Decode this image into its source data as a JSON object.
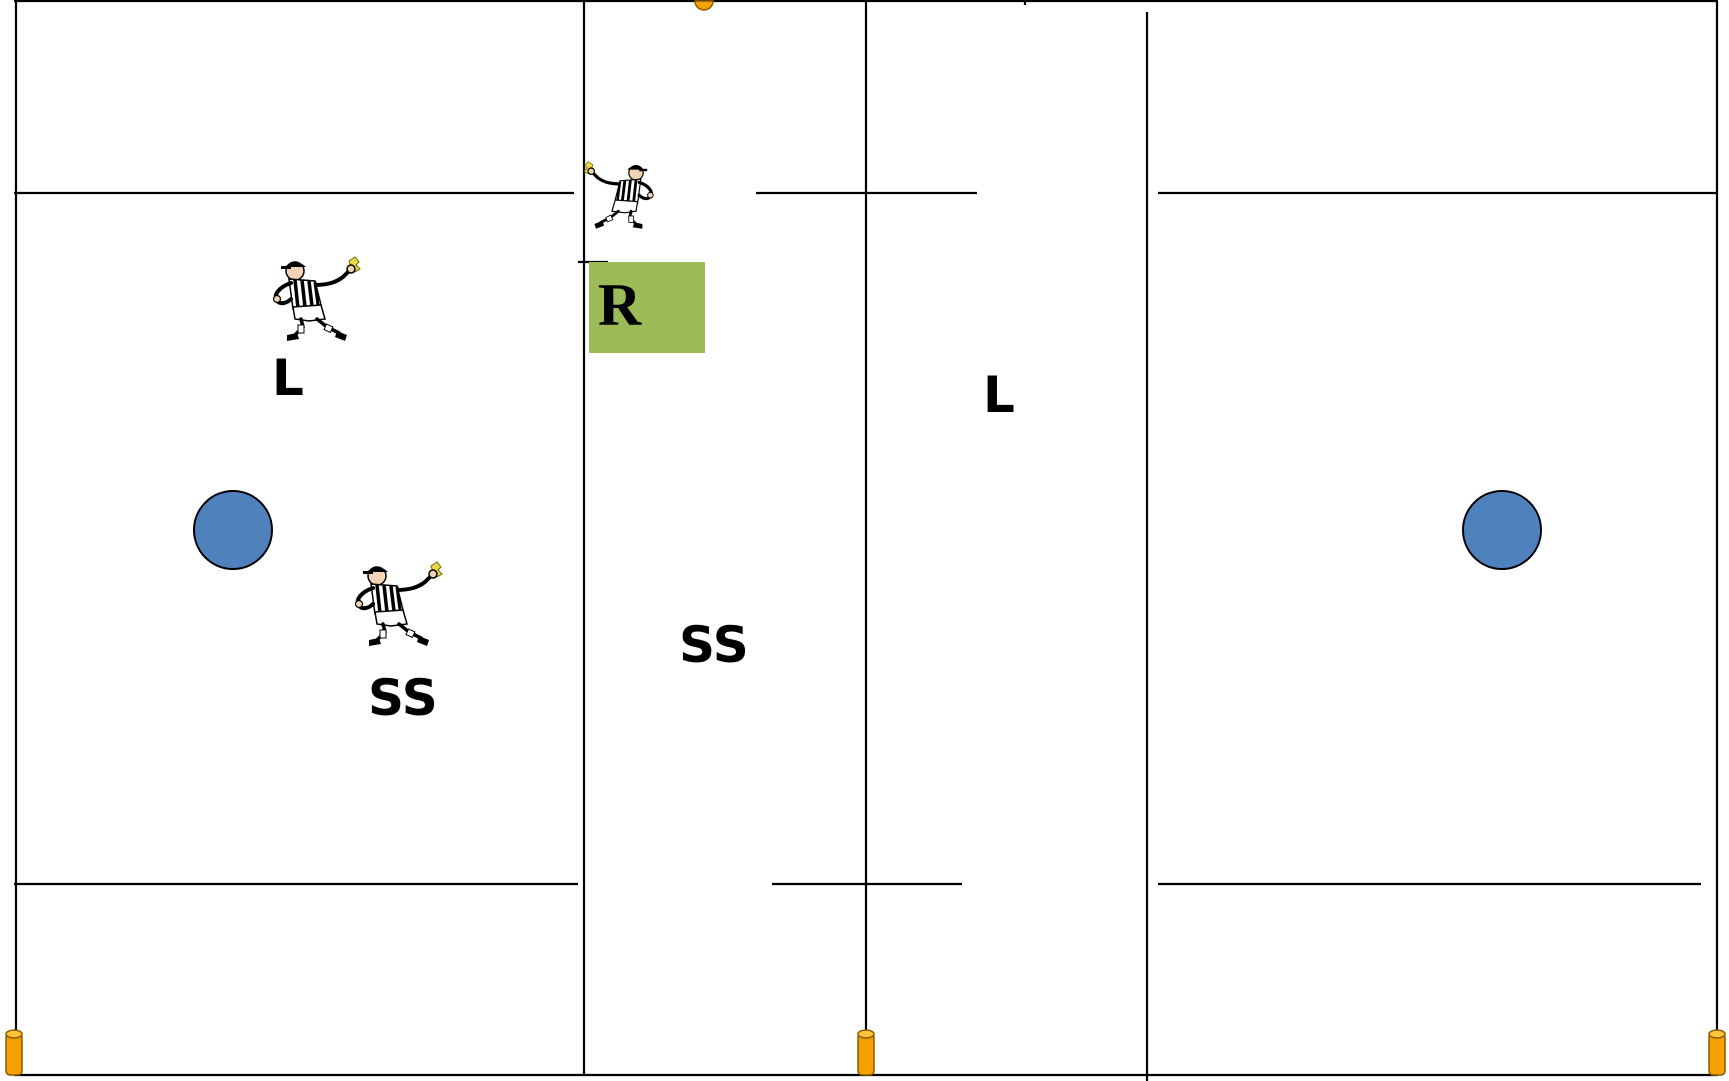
{
  "diagram": {
    "referee_box": {
      "label": "R",
      "fill_color": "#9BBB59"
    },
    "position_labels": {
      "left_lead": "L",
      "left_side": "SS",
      "center_side": "SS",
      "right_lead": "L"
    },
    "colors": {
      "line": "#000000",
      "face_off_dot": "#4F81BD",
      "face_off_dot_border": "#000000",
      "cone": "#F5A200",
      "cone_border": "#8A5A00",
      "shirt_stripes": "#000000",
      "whistle": "#E8D84A"
    },
    "referees": [
      {
        "id": "referee-left",
        "icon": "referee-icon"
      },
      {
        "id": "referee-top",
        "icon": "referee-icon"
      },
      {
        "id": "referee-lower",
        "icon": "referee-icon"
      }
    ],
    "cones": [
      "cone-icon",
      "cone-icon",
      "cone-icon"
    ],
    "face_off_dots": [
      "circle-icon",
      "circle-icon"
    ]
  }
}
